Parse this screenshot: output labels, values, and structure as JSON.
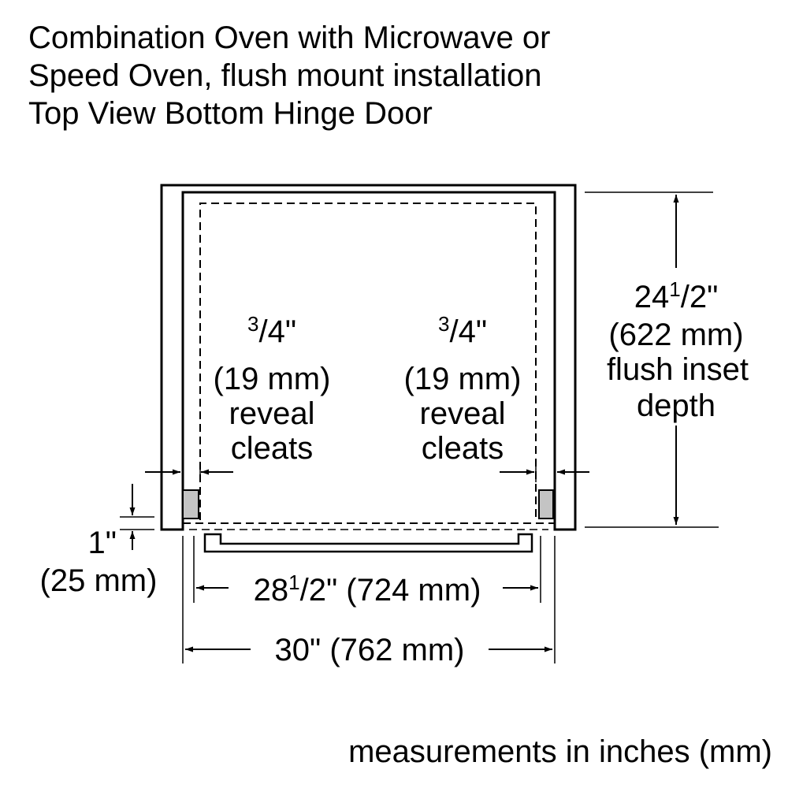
{
  "title": {
    "line1": "Combination Oven with Microwave or",
    "line2": "Speed Oven, flush mount installation",
    "line3": "Top View Bottom Hinge Door"
  },
  "left_cleat": {
    "num": "3",
    "den": "/4\"",
    "mm": "(19 mm)",
    "word1": "reveal",
    "word2": "cleats"
  },
  "right_cleat": {
    "num": "3",
    "den": "/4\"",
    "mm": "(19 mm)",
    "word1": "reveal",
    "word2": "cleats"
  },
  "depth": {
    "whole": "24",
    "num": "1",
    "den": "/2\"",
    "mm": "(622 mm)",
    "word1": "flush inset",
    "word2": "depth"
  },
  "gap": {
    "inch": "1\"",
    "mm": "(25 mm)"
  },
  "inner_width": {
    "whole": "28",
    "num": "1",
    "rest": "/2\" (724 mm)"
  },
  "outer_width": {
    "label": "30\" (762 mm)"
  },
  "footer": "measurements in inches (mm)"
}
